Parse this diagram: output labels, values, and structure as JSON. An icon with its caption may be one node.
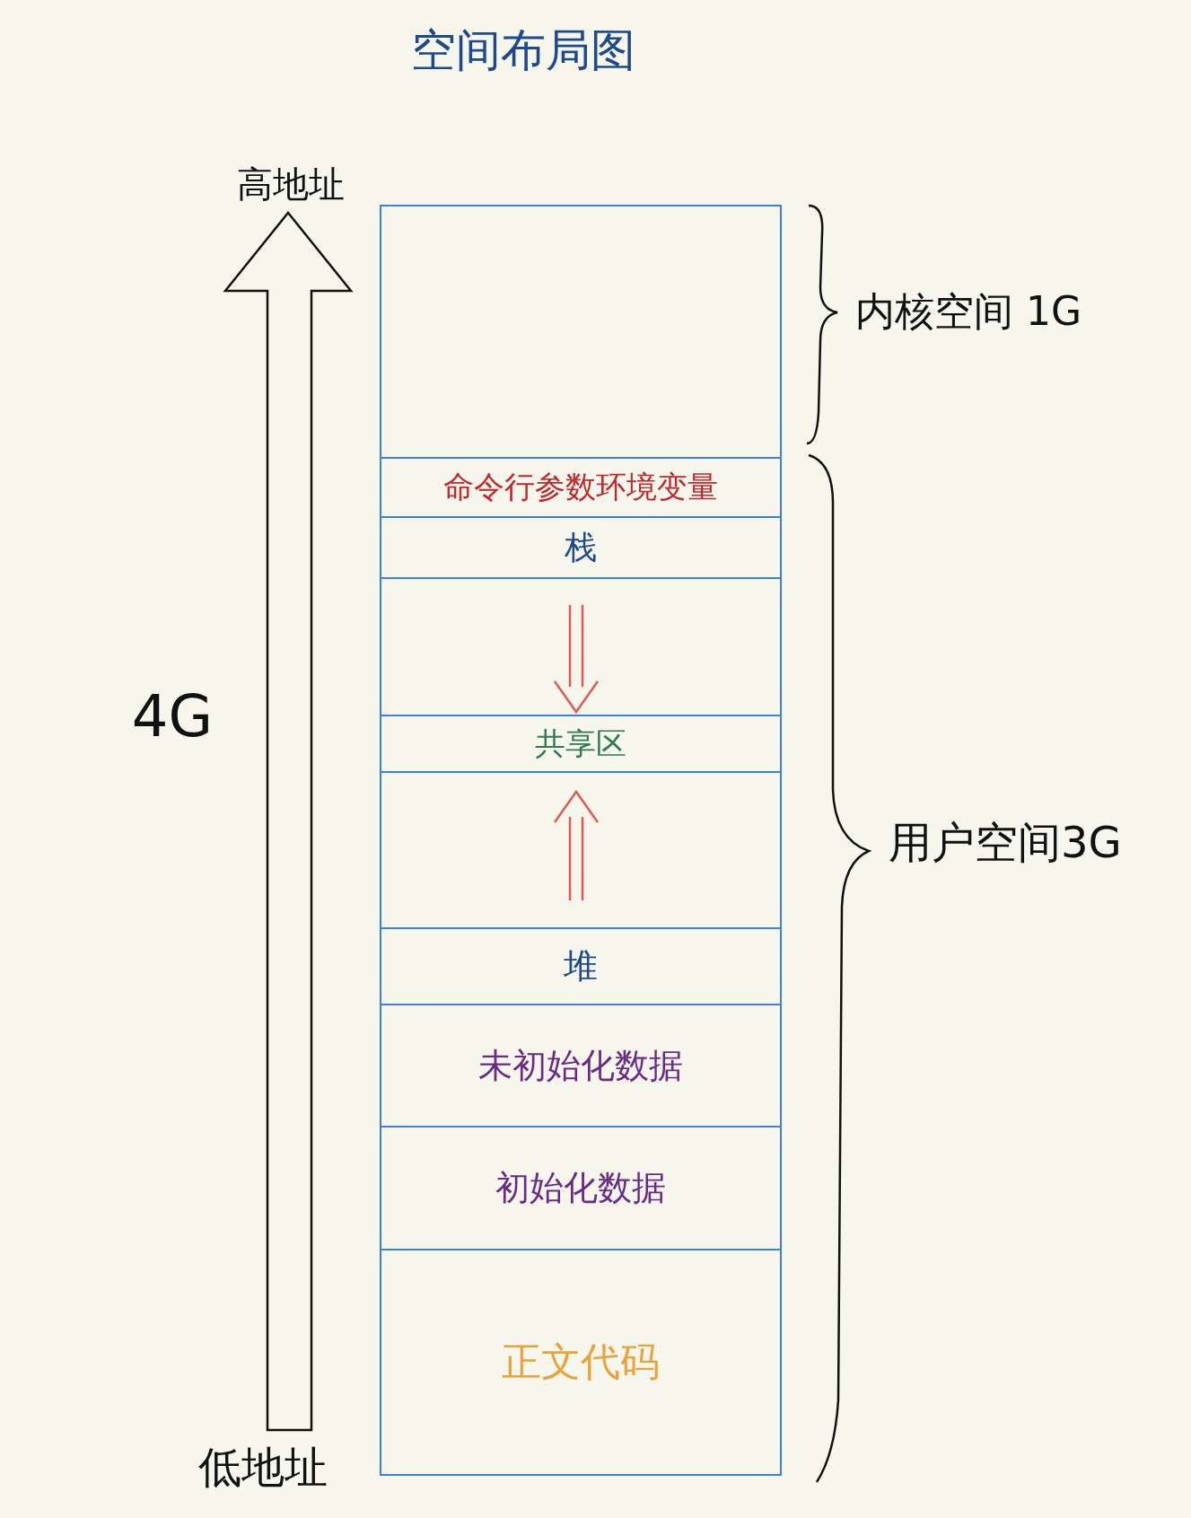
{
  "diagram": {
    "title": "空间布局图",
    "nodes": [
      {
        "text": [],
        "shape": "box"
      },
      {
        "text": [
          "命令行参数环境变量"
        ]
      },
      {
        "text": [
          "栈"
        ]
      },
      {
        "text": [],
        "shape": "box"
      },
      {
        "text": [
          "共享区"
        ]
      },
      {
        "text": [],
        "shape": "box"
      },
      {
        "text": [
          "堆"
        ]
      },
      {
        "text": [
          "未初始化数据"
        ]
      },
      {
        "text": [
          "初始化数据"
        ]
      },
      {
        "text": [
          "正文代码"
        ]
      }
    ],
    "labels": [
      "高地址",
      "4G",
      "低地址",
      "内核空间 1G",
      "用户空间3G"
    ]
  }
}
